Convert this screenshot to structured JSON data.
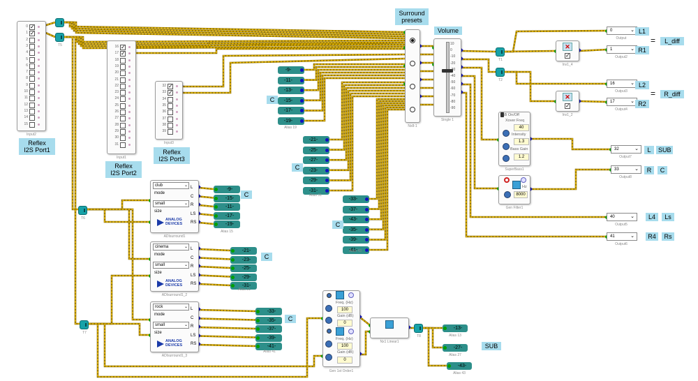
{
  "notes": {
    "reflex_port1": "Reflex\nI2S Port1",
    "reflex_port2": "Reflex\nI2S Port2",
    "reflex_port3": "Reflex\nI2S Port3",
    "surround_presets": "Surround\npresets",
    "volume": "Volume",
    "c_alias19": "C",
    "c_alias31": "C",
    "c_alias43": "C",
    "c_sur1": "C",
    "c_sur2": "C",
    "c_sur3": "C",
    "l1": "L1",
    "r1": "R1",
    "l_diff": "L_diff",
    "l2": "L2",
    "r2": "R2",
    "r_diff": "R_diff",
    "l_sub": "L",
    "sub1": "SUB",
    "r_c": "R",
    "c_c": "C",
    "l4": "L4",
    "ls": "Ls",
    "r4": "R4",
    "rs": "Rs",
    "sub2": "SUB",
    "eq1": "=",
    "eq2": "="
  },
  "captions": {
    "input2": "Input2",
    "input1": "Input1",
    "input3": "Input3",
    "t5": "T5",
    "t6": "T6",
    "t7": "T7",
    "t1": "T1",
    "t2": "T2",
    "t8": "T8",
    "alias19": "Alias 19",
    "alias31": "Alias 31",
    "alias43": "Alias 43",
    "alias15": "Alias 15",
    "alias21": "Alias 21",
    "alias41": "Alias 41",
    "alias13": "Alias 13",
    "alias27": "Alias 27",
    "alias43b": "Alias 43",
    "nx8": "Nx8-1",
    "single1": "Single 1",
    "inv1_4": "Inv1_4",
    "inv1_2": "Inv1_2",
    "output1": "Output",
    "output2": "Output2",
    "output3": "Output3",
    "output4": "Output4",
    "output7": "Output7",
    "output8": "Output8",
    "output5": "Output5",
    "output6": "Output6",
    "superbass": "SuperBass1",
    "genfilter": "Gen Filter1",
    "adi1": "ADIsurround1",
    "adi2": "ADIsurround1_2",
    "adi3": "ADIsurround1_3",
    "gen1st": "Gen 1st Order1",
    "nx1": "Nx1 Linear1"
  },
  "input2_channels": [
    "0",
    "1",
    "2",
    "3",
    "4",
    "5",
    "6",
    "7",
    "8",
    "9",
    "10",
    "11",
    "12",
    "13",
    "14",
    "15"
  ],
  "input2_checked": [
    true,
    true,
    false,
    false,
    false,
    false,
    false,
    false,
    false,
    false,
    false,
    false,
    false,
    false,
    false,
    false
  ],
  "input1_channels": [
    "16",
    "17",
    "18",
    "19",
    "20",
    "21",
    "22",
    "23",
    "24",
    "25",
    "26",
    "27",
    "28",
    "29",
    "30",
    "31"
  ],
  "input1_checked": [
    true,
    true,
    false,
    false,
    false,
    false,
    false,
    false,
    false,
    false,
    false,
    false,
    false,
    false,
    false,
    false
  ],
  "input3_channels": [
    "32",
    "33",
    "34",
    "35",
    "36",
    "37",
    "38",
    "39"
  ],
  "input3_checked": [
    true,
    true,
    false,
    false,
    false,
    false,
    false,
    false
  ],
  "aliases_left1": [
    "-9-",
    "-11-",
    "-13-",
    "-15-",
    "-17-",
    "-19-"
  ],
  "aliases_left2": [
    "-21-",
    "-25-",
    "-27-",
    "-23-",
    "-29-",
    "-31-"
  ],
  "aliases_left3": [
    "-33-",
    "-37-",
    "-43-",
    "-35-",
    "-39-",
    "-41-"
  ],
  "sur1": {
    "mode_top": "club",
    "mode_label": "mode",
    "size_value": "small",
    "size_label": "size",
    "outputs": [
      "L",
      "C",
      "R",
      "LS",
      "RS"
    ],
    "aliases": [
      "-9-",
      "-15-",
      "-11-",
      "-17-",
      "-19-"
    ]
  },
  "sur2": {
    "mode_top": "cinema",
    "mode_label": "mode",
    "size_value": "small",
    "size_label": "size",
    "outputs": [
      "L",
      "C",
      "R",
      "LS",
      "RS"
    ],
    "aliases": [
      "-21-",
      "-23-",
      "-25-",
      "-29-",
      "-31-"
    ]
  },
  "sur3": {
    "mode_top": "rock",
    "mode_label": "mode",
    "size_value": "small",
    "size_label": "size",
    "outputs": [
      "L",
      "C",
      "R",
      "LS",
      "RS"
    ],
    "aliases": [
      "-33-",
      "-35-",
      "-37-",
      "-39-",
      "-41-"
    ]
  },
  "adi_logo": [
    "ANALOG",
    "DEVICES"
  ],
  "aliases_right": [
    "-13-",
    "-27-",
    "-43-"
  ],
  "volume_scale": [
    "10",
    "0",
    "-10",
    "-20",
    "-30",
    "-40",
    "-50",
    "-60",
    "-70",
    "-80",
    "-90"
  ],
  "outputs": {
    "o1": "0",
    "o2": "1",
    "o3": "16",
    "o4": "17",
    "o7": "32",
    "o8": "33",
    "o5": "40",
    "o6": "41"
  },
  "superbass": {
    "sb_label": "SB On/Off",
    "xover_label": "Xover Freq",
    "xover_val": "40",
    "intensity_label": "Intensity",
    "intensity_val": "1.3",
    "bass_gain_label": "Bass Gain",
    "bass_gain_val": "1.2"
  },
  "genfilter": {
    "hz_label": "Hz",
    "hz_val": "8000"
  },
  "gen1st": {
    "freq_label": "Freq. (Hz)",
    "freq1": "100",
    "gain_label": "Gain (dB)",
    "gain1": "0",
    "freq2": "100",
    "gain2": "0"
  },
  "colors": {
    "wire": "#e8b800",
    "wire_dark": "#8a6d00",
    "alias_fill": "#2d8f8a",
    "note_fill": "#a7dced",
    "port_in": "#00a000",
    "port_out": "#1010c0"
  }
}
